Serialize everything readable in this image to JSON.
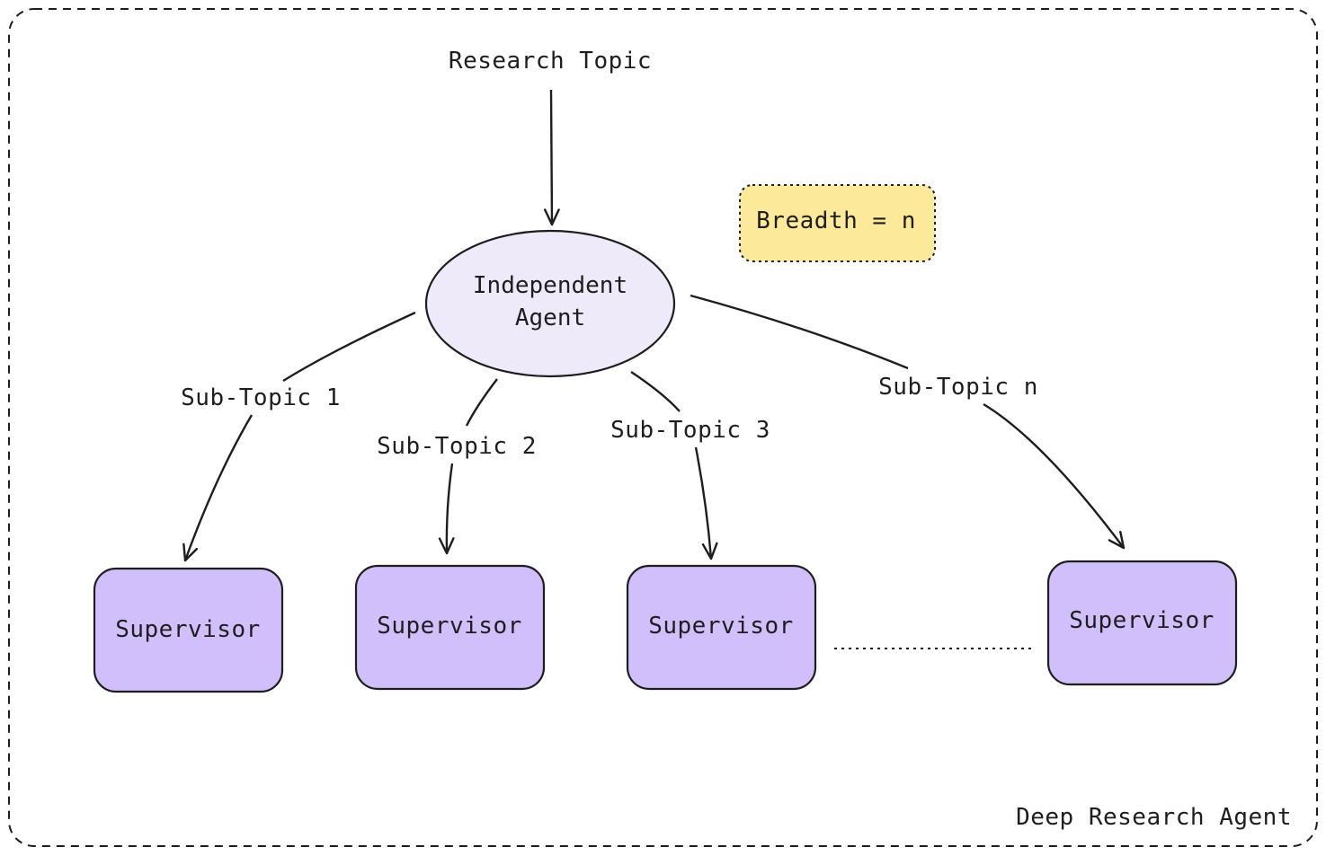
{
  "diagram": {
    "container_label": "Deep Research Agent",
    "input_label": "Research Topic",
    "agent_label": "Independent Agent",
    "breadth_note": "Breadth = n",
    "branches": [
      {
        "edge_label": "Sub-Topic 1",
        "target_label": "Supervisor"
      },
      {
        "edge_label": "Sub-Topic 2",
        "target_label": "Supervisor"
      },
      {
        "edge_label": "Sub-Topic 3",
        "target_label": "Supervisor"
      },
      {
        "edge_label": "Sub-Topic n",
        "target_label": "Supervisor"
      }
    ],
    "colors": {
      "agent_fill": "#eeeaf9",
      "supervisor_fill": "#d0bffa",
      "note_fill": "#fde99a",
      "stroke": "#1e1e1e"
    }
  }
}
